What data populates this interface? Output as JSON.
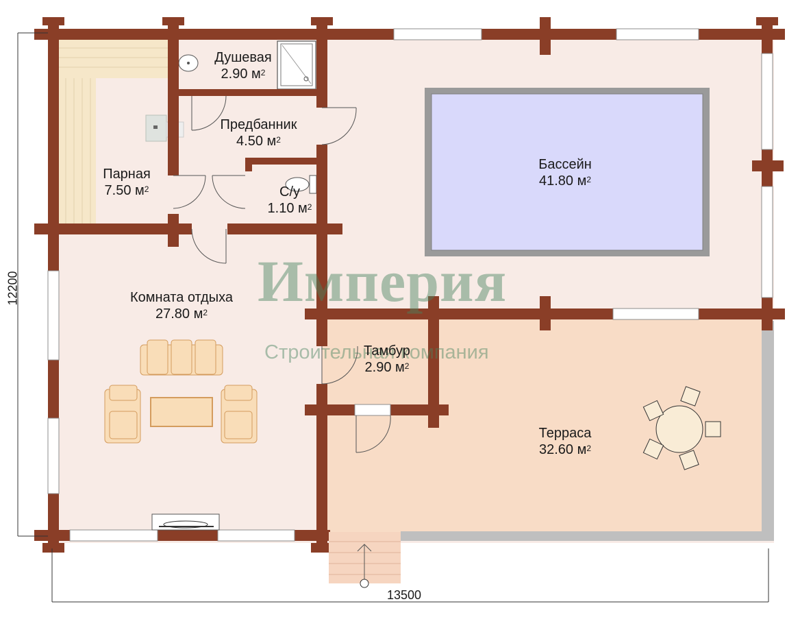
{
  "plan": {
    "rooms": [
      {
        "name": "Душевая",
        "area": "2.90 м"
      },
      {
        "name": "Предбанник",
        "area": "4.50 м"
      },
      {
        "name": "Парная",
        "area": "7.50 м"
      },
      {
        "name": "С/у",
        "area": "1.10 м"
      },
      {
        "name": "Бассейн",
        "area": "41.80 м"
      },
      {
        "name": "Комната отдыха",
        "area": "27.80 м"
      },
      {
        "name": "Тамбур",
        "area": "2.90 м"
      },
      {
        "name": "Терраса",
        "area": "32.60 м"
      }
    ],
    "area_unit_power": "2",
    "dimensions": {
      "height": "12200",
      "width": "13500"
    }
  },
  "watermark": {
    "brand": "Империя",
    "subtitle": "Строительная компания"
  },
  "colors": {
    "wall": "#8a3e27",
    "floor_interior": "#f8ebe6",
    "floor_terrace": "#f8dcc6",
    "pool_water": "#d9d9fb",
    "pool_edge": "#9a9a9a",
    "sauna_bench": "#f6e7c9",
    "furniture": "#f9ddb8",
    "watermark": "#4f8a66"
  }
}
